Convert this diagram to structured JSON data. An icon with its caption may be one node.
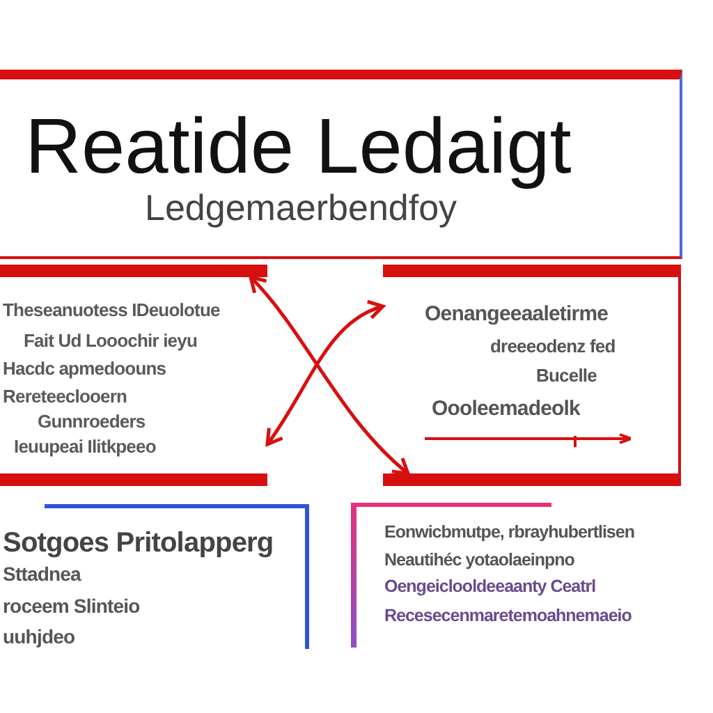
{
  "diagram": {
    "nodes": [
      {
        "text": [
          "Reatide Ledaigt",
          "Ledgemaerbendfoy"
        ]
      },
      {
        "text": [
          "Theseanuotess IDeuolotue",
          "Fait Ud Looochir ieyu",
          "Hacdc apmedoouns",
          "Rereteeclooern",
          "Gunnroeders",
          "Ieuupeai Ilitkpeeo"
        ]
      },
      {
        "text": [
          "Oenangeeaaletirme",
          "dreeeodenz fed",
          "Bucelle",
          "Oooleemadeolk"
        ]
      },
      {
        "text": [
          "Sotgoes Pritolapperg",
          "Sttadnea",
          "roceem Slinteio",
          "uuhjdeo"
        ]
      },
      {
        "text": [
          "Eonwicbmutpe, rbrayhubertlisen",
          "Neautihéc yotaolaeinpno",
          "Oengeiclooldeeaanty Ceatrl",
          "Recesecenmaretemoahnemaeio"
        ]
      }
    ],
    "edges": [
      {
        "from": 1,
        "to": 2,
        "arrow": "both"
      },
      {
        "from": 2,
        "to": 1,
        "arrow": "both"
      }
    ]
  }
}
